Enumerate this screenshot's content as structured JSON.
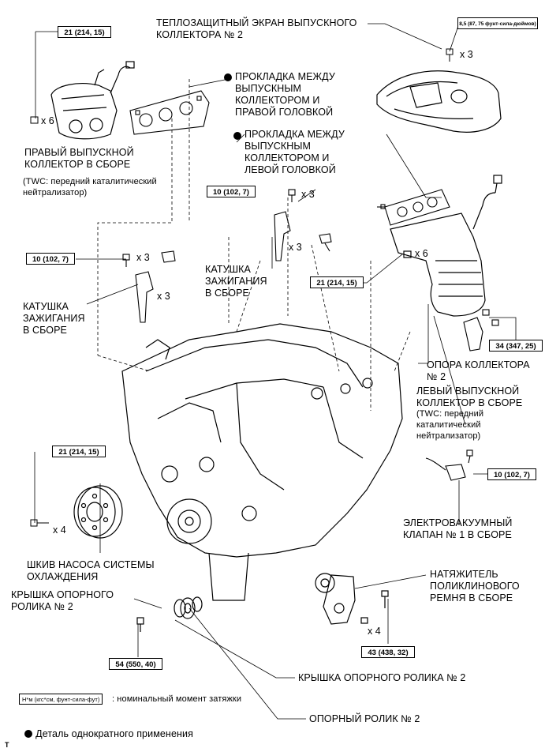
{
  "labels": {
    "heat_shield": "ТЕПЛОЗАЩИТНЫЙ ЭКРАН ВЫПУСКНОГО\nКОЛЛЕКТОРА № 2",
    "gasket_right": "ПРОКЛАДКА МЕЖДУ\nВЫПУСКНЫМ\nКОЛЛЕКТОРОМ И\nПРАВОЙ ГОЛОВКОЙ",
    "gasket_left": "ПРОКЛАДКА МЕЖДУ\nВЫПУСКНЫМ\nКОЛЛЕКТОРОМ И\nЛЕВОЙ ГОЛОВКОЙ",
    "right_manifold": "ПРАВЫЙ ВЫПУСКНОЙ\nКОЛЛЕКТОР В СБОРЕ",
    "right_manifold_note": "(TWC: передний каталитический\nнейтрализатор)",
    "ignition_coil_top": "КАТУШКА\nЗАЖИГАНИЯ\nВ СБОРЕ",
    "ignition_coil_left": "КАТУШКА\nЗАЖИГАНИЯ\nВ СБОРЕ",
    "manifold_stay": "ОПОРА КОЛЛЕКТОРА\n№ 2",
    "left_manifold": "ЛЕВЫЙ ВЫПУСКНОЙ\nКОЛЛЕКТОР В СБОРЕ",
    "left_manifold_note": "(TWC: передний\nкаталитический\nнейтрализатор)",
    "vsv": "ЭЛЕКТРОВАКУУМНЫЙ\nКЛАПАН № 1 В СБОРЕ",
    "pulley": "ШКИВ НАСОСА СИСТЕМЫ\nОХЛАЖДЕНИЯ",
    "idler_cover_top": "КРЫШКА ОПОРНОГО\nРОЛИКА № 2",
    "tensioner": "НАТЯЖИТЕЛЬ\nПОЛИКЛИНОВОГО\nРЕМНЯ В СБОРЕ",
    "idler_cover_bottom": "КРЫШКА ОПОРНОГО РОЛИКА № 2",
    "idler_pulley": "ОПОРНЫЙ РОЛИК № 2"
  },
  "torques": {
    "right_manifold": "21 (214, 15)",
    "heat_shield": "8,5 (87, 75 фунт-сила-дюймов)",
    "coil_top": "10 (102, 7)",
    "coil_left": "10 (102, 7)",
    "left_manifold": "21 (214, 15)",
    "stay": "34 (347, 25)",
    "vsv": "10 (102, 7)",
    "pulley": "21 (214, 15)",
    "tensioner": "43 (438, 32)",
    "idler": "54 (550, 40)"
  },
  "quantities": {
    "right_manifold_nuts": "x 6",
    "heat_shield_bolts": "x 3",
    "coil_top_bolts": "x 3",
    "coil_top_coils": "x 3",
    "coil_left_bolts": "x 3",
    "coil_left_coils": "x 3",
    "left_manifold_nuts": "x 6",
    "pulley_bolts": "x 4",
    "tensioner_bolts": "x 4"
  },
  "legend": {
    "units_box": "Н*м (кгс*см, фунт-сила-фут)",
    "units_text": ": номинальный момент затяжки",
    "single_use": "Деталь однократного применения"
  },
  "corner_mark": "T"
}
